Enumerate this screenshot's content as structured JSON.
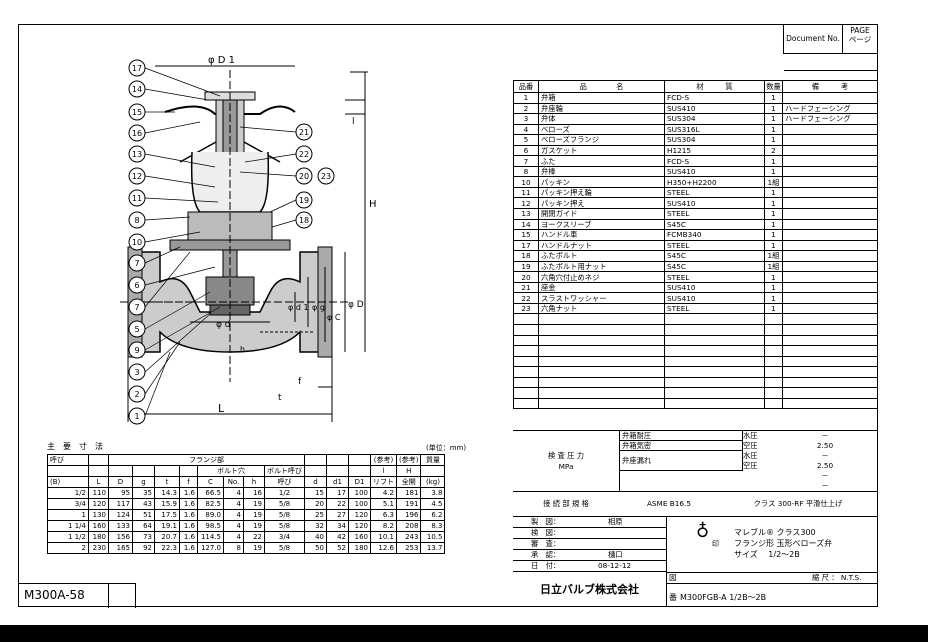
{
  "header": {
    "document_no_label": "Document No.",
    "page_label": "PAGE",
    "page_label_jp": "ページ"
  },
  "drawing": {
    "callouts": [
      "17",
      "14",
      "15",
      "16",
      "13",
      "12",
      "11",
      "8",
      "10",
      "7",
      "6",
      "7",
      "5",
      "9",
      "3",
      "2",
      "1",
      "21",
      "22",
      "20",
      "23",
      "19",
      "18"
    ],
    "dimensions": {
      "phi_d1": "φ D 1",
      "h_small": "l",
      "H": "H",
      "phi_g": "φ g",
      "phi_c": "φ C",
      "phi_D": "φ D",
      "phi_d": "φ d",
      "phi_d1_inner": "φ d 1",
      "f": "f",
      "t": "t",
      "L": "L",
      "h": "h"
    }
  },
  "parts_table": {
    "headers": [
      "品番",
      "品　　　　名",
      "材　　　質",
      "数量",
      "備　　　考"
    ],
    "rows": [
      [
        "1",
        "弁箱",
        "FCD-S",
        "1",
        ""
      ],
      [
        "2",
        "弁座輪",
        "SUS410",
        "1",
        "ハードフェーシング"
      ],
      [
        "3",
        "弁体",
        "SUS304",
        "1",
        "ハードフェーシング"
      ],
      [
        "4",
        "ベローズ",
        "SUS316L",
        "1",
        ""
      ],
      [
        "5",
        "ベローズフランジ",
        "SUS304",
        "1",
        ""
      ],
      [
        "6",
        "ガスケット",
        "H1215",
        "2",
        ""
      ],
      [
        "7",
        "ふた",
        "FCD-S",
        "1",
        ""
      ],
      [
        "8",
        "弁棒",
        "SUS410",
        "1",
        ""
      ],
      [
        "10",
        "パッキン",
        "H350+H2200",
        "1組",
        ""
      ],
      [
        "11",
        "パッキン押え輪",
        "STEEL",
        "1",
        ""
      ],
      [
        "12",
        "パッキン押え",
        "SUS410",
        "1",
        ""
      ],
      [
        "13",
        "開閉ガイド",
        "STEEL",
        "1",
        ""
      ],
      [
        "14",
        "ヨークスリーブ",
        "S45C",
        "1",
        ""
      ],
      [
        "15",
        "ハンドル車",
        "FCMB340",
        "1",
        ""
      ],
      [
        "17",
        "ハンドルナット",
        "STEEL",
        "1",
        ""
      ],
      [
        "18",
        "ふたボルト",
        "S45C",
        "1組",
        ""
      ],
      [
        "19",
        "ふたボルト用ナット",
        "S45C",
        "1組",
        ""
      ],
      [
        "20",
        "六角穴付止めネジ",
        "STEEL",
        "1",
        ""
      ],
      [
        "21",
        "座金",
        "SUS410",
        "1",
        ""
      ],
      [
        "22",
        "スラストワッシャー",
        "SUS410",
        "1",
        ""
      ],
      [
        "23",
        "六角ナット",
        "STEEL",
        "1",
        ""
      ]
    ],
    "empty_rows": 9
  },
  "pressure": {
    "label": "検 査 圧 力",
    "unit": "MPa",
    "body_label": "弁箱耐圧",
    "body_air_label": "弁箱気密",
    "seat_label": "弁座漏れ",
    "water1": "水圧",
    "water1_val": "－",
    "air1": "空圧",
    "air1_val": "2.50",
    "water2": "水圧",
    "water2_val": "－",
    "air2": "空圧",
    "air2_val": "2.50",
    "blank1": "－",
    "blank2": "－"
  },
  "connection": {
    "label": "接 続 部 規 格",
    "std": "ASME B16.5",
    "class": "クラス 300-RF 平滑仕上げ"
  },
  "approvals": {
    "made_label": "製　図：",
    "made_val": "相原",
    "check_label": "検　図：",
    "check_val": "",
    "review_label": "審　査：",
    "review_val": "",
    "approve_label": "承　認：",
    "approve_val": "樋口",
    "date_label": "日　付：",
    "date_val": "08-12-12"
  },
  "product": {
    "mark": "印",
    "line1": "マレブル® クラス300",
    "line2": "フランジ形 玉形ベローズ弁",
    "line3": "サイズ　 1/2～2B",
    "scale_label": "縮 尺 ： N.T.S.",
    "fig_label": "図",
    "no_label": "番",
    "drawing_no": "M300FGB-A 1/2B～2B",
    "company": "日立バルブ株式会社"
  },
  "dims_table": {
    "title": "主　要　寸　法",
    "unit": "(単位：mm)",
    "flange_group": "フランジ部",
    "bolt_group": "ボルト穴",
    "ref": "(参考)",
    "h1": [
      "呼び",
      "L",
      "D",
      "g",
      "t",
      "f",
      "C",
      "No.",
      "h",
      "ボルト呼び",
      "d",
      "d1",
      "D1",
      "l リフト",
      "H 全開",
      "質量 (kg)"
    ],
    "nominal_sub": "(B)",
    "bolt_sub": "呼び",
    "lift_label": "l",
    "lift_sub": "リフト",
    "H_label": "H",
    "H_sub": "全開",
    "mass_label": "質量",
    "mass_sub": "(kg)",
    "rows": [
      [
        "1/2",
        "110",
        "95",
        "35",
        "14.3",
        "1.6",
        "66.5",
        "4",
        "16",
        "1/2",
        "15",
        "17",
        "100",
        "4.2",
        "181",
        "3.8"
      ],
      [
        "3/4",
        "120",
        "117",
        "43",
        "15.9",
        "1.6",
        "82.5",
        "4",
        "19",
        "5/8",
        "20",
        "22",
        "100",
        "5.1",
        "191",
        "4.5"
      ],
      [
        "1",
        "130",
        "124",
        "51",
        "17.5",
        "1.6",
        "89.0",
        "4",
        "19",
        "5/8",
        "25",
        "27",
        "120",
        "6.3",
        "196",
        "6.2"
      ],
      [
        "1 1/4",
        "160",
        "133",
        "64",
        "19.1",
        "1.6",
        "98.5",
        "4",
        "19",
        "5/8",
        "32",
        "34",
        "120",
        "8.2",
        "208",
        "8.3"
      ],
      [
        "1 1/2",
        "180",
        "156",
        "73",
        "20.7",
        "1.6",
        "114.5",
        "4",
        "22",
        "3/4",
        "40",
        "42",
        "160",
        "10.1",
        "243",
        "10.5"
      ],
      [
        "2",
        "230",
        "165",
        "92",
        "22.3",
        "1.6",
        "127.0",
        "8",
        "19",
        "5/8",
        "50",
        "52",
        "180",
        "12.6",
        "253",
        "13.7"
      ]
    ]
  },
  "model_code": "M300A-58"
}
